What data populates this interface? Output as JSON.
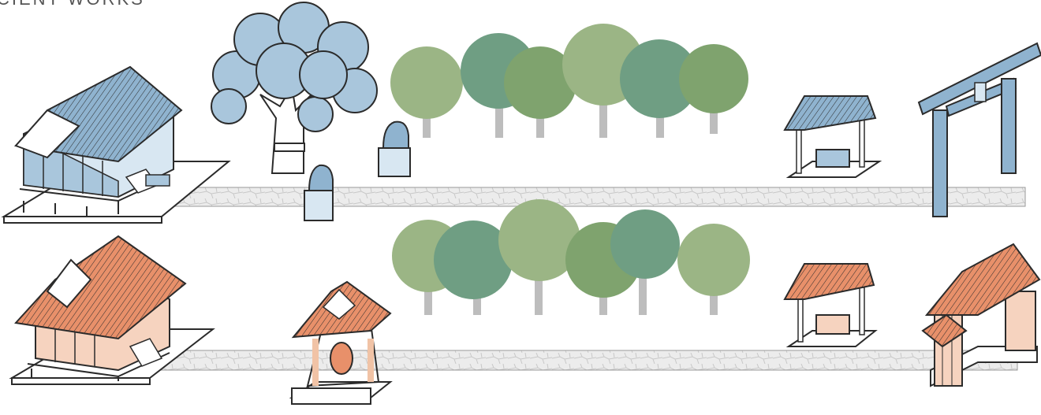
{
  "header": {
    "partial_text": "CIENT WORKS"
  },
  "colors": {
    "outline": "#2b2b2b",
    "blue_roof": "#8fb3cf",
    "blue_light": "#d8e7f2",
    "blue_mid": "#a9c6dc",
    "orange_roof": "#e8906a",
    "orange_light": "#f6d3bf",
    "wood": "#f1c3a6",
    "tree_a": "#9bb585",
    "tree_b": "#6f9e83",
    "tree_c": "#7fa36e",
    "trunk": "#bdbdbd",
    "path": "#e6e6e6",
    "path_stone": "#cfcfcf",
    "platform": "#ffffff"
  },
  "rows": [
    {
      "theme": "blue",
      "label": "shrine-row-blue"
    },
    {
      "theme": "orange",
      "label": "temple-row-orange"
    }
  ]
}
